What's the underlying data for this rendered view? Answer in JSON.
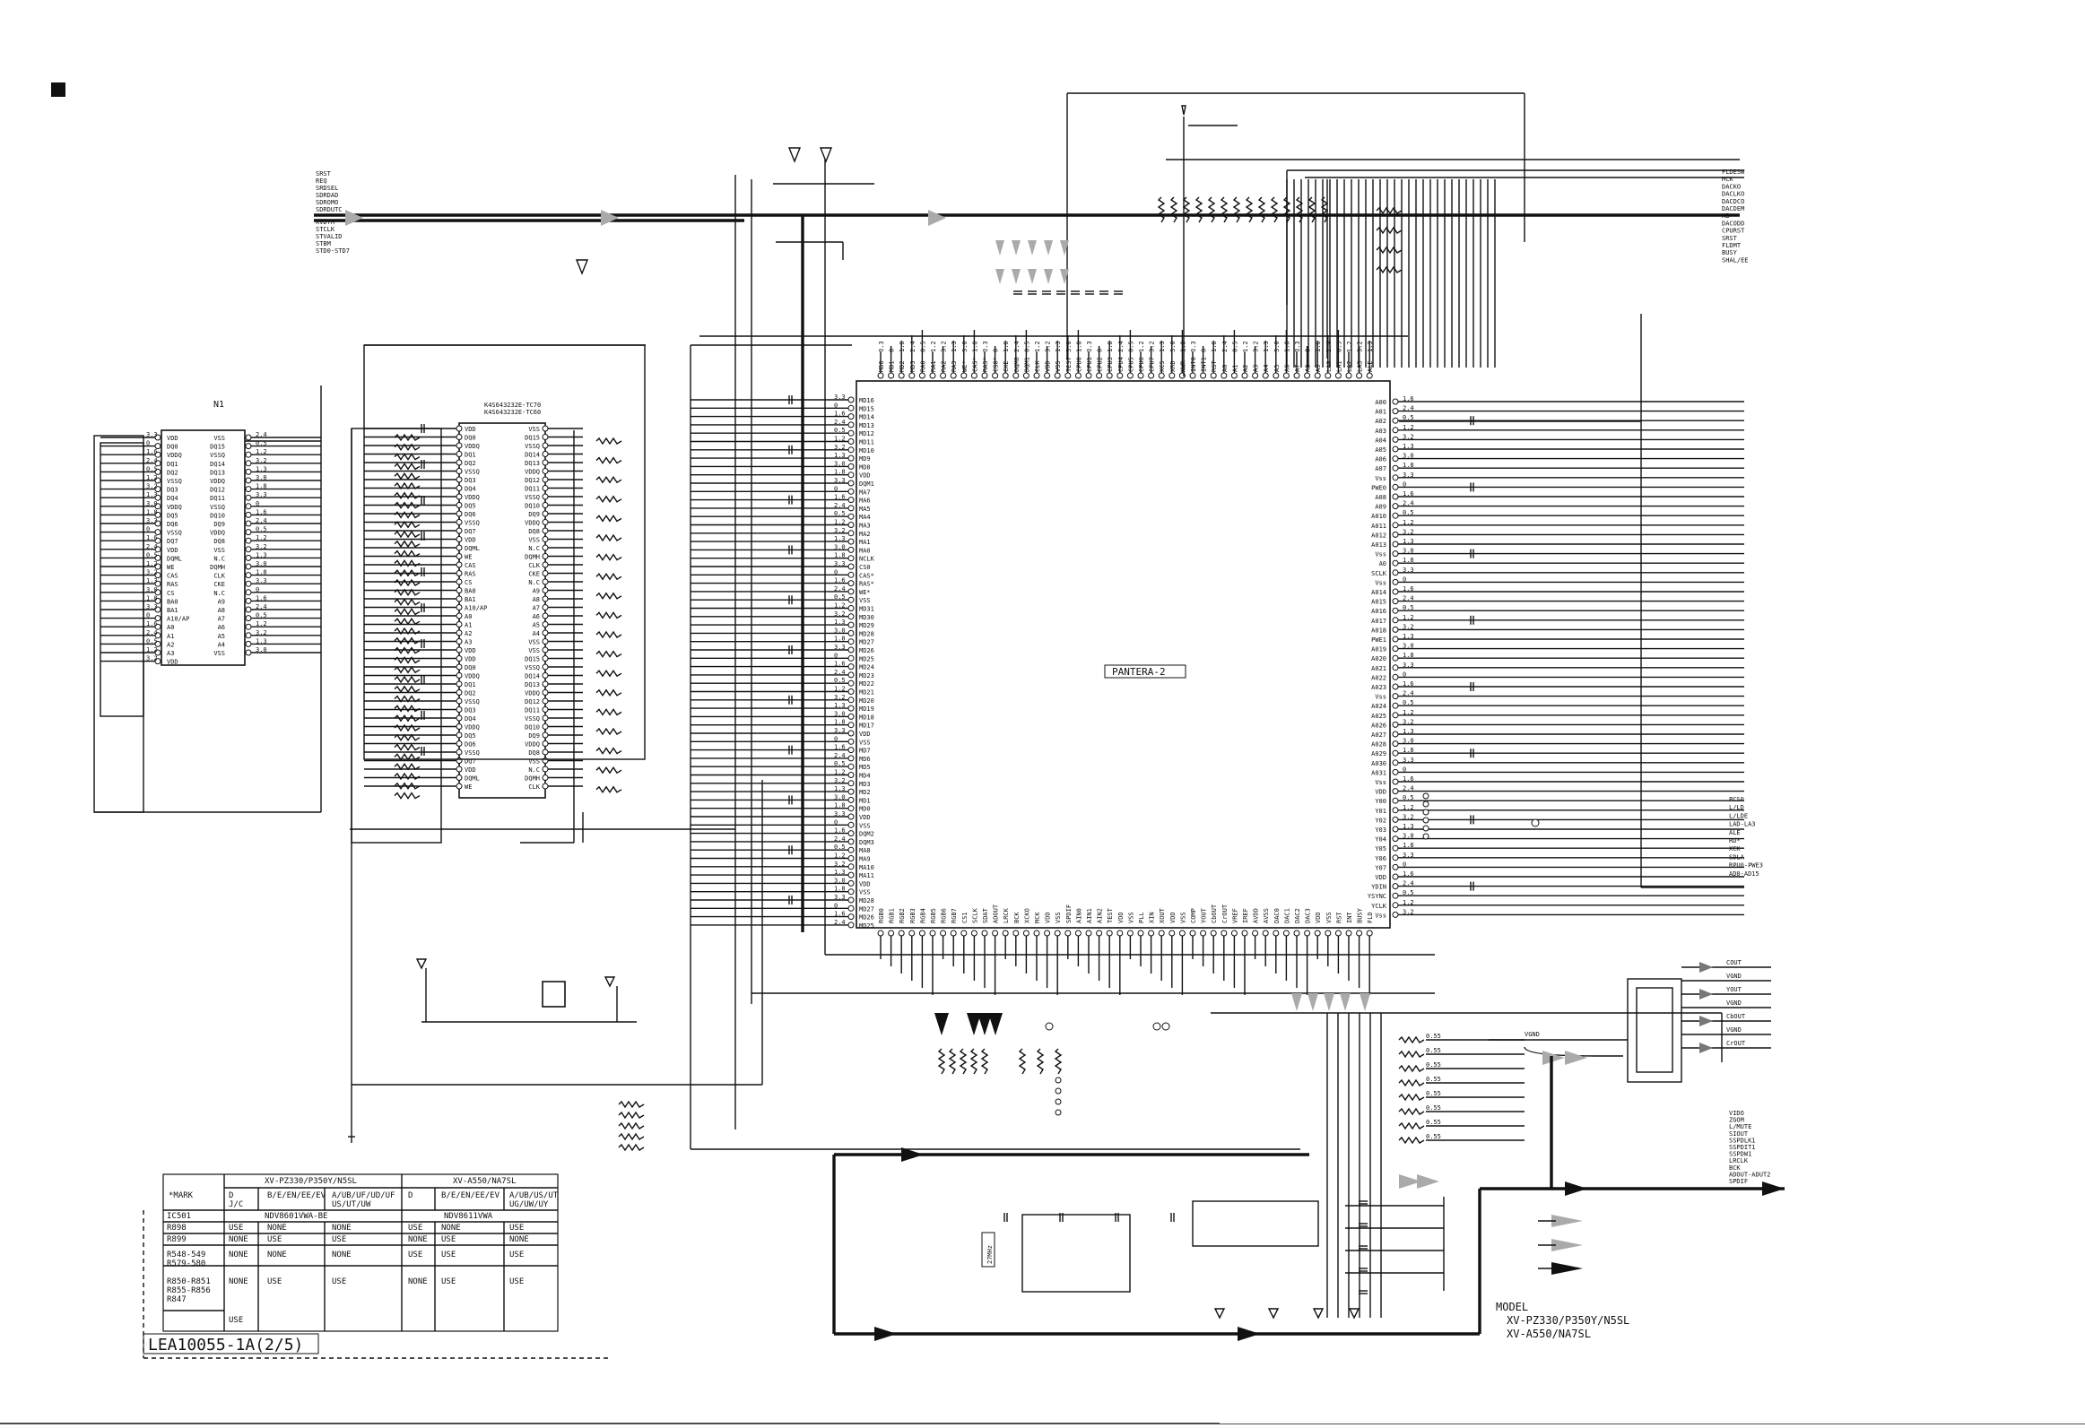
{
  "diagram": {
    "sheet_id": "LEA10055-1A(2/5)",
    "main_ic_label": "PANTERA-2",
    "n1_label": "N1",
    "sdram_part_1": "K4S643232E-TC70",
    "sdram_part_2": "K4S643232E-TC60",
    "xtal_label": "27MHz",
    "model_title": "MODEL",
    "models": [
      "XV-PZ330/P350Y/N5SL",
      "XV-A550/NA7SL"
    ],
    "top_left_signals": [
      "SRST",
      "REQ",
      "SRDSEL",
      "SDRDAD",
      "SDROMO",
      "SDRDUTC"
    ],
    "top_left_signals_2": [
      "XVDTM",
      "STCLK",
      "STVALID",
      "STBM",
      "STD0-STD7"
    ],
    "right_top_signals": [
      "FLDESW",
      "MCK",
      "DACKO",
      "DACLKO",
      "DACDCO",
      "DACDEM",
      "XB",
      "DACODD",
      "CPURST",
      "SRST",
      "FLDMT",
      "BUSY",
      "SHAL/EE"
    ],
    "right_mid_signals": [
      "PCS0",
      "L/LD",
      "L/LDE",
      "LAD-LA3",
      "ALE",
      "RD*",
      "XCK",
      "SDLA",
      "RPU0-PWE3",
      "AD0-AD15"
    ],
    "video_outputs": [
      "COUT",
      "VGND",
      "YOUT",
      "VGND",
      "CbOUT",
      "VGND",
      "CrOUT"
    ],
    "vgnd_label": "VGND",
    "right_bottom_signals": [
      "VIDO",
      "ZGOM",
      "L/MUTE",
      "SIOUT",
      "SSPDLK1",
      "SSPDIT1",
      "SSPDW1",
      "LRCLK",
      "BCK",
      "ADOUT-ADUT2",
      "SPDIF"
    ],
    "left_ic_pins": [
      "VDD",
      "DQ0",
      "VDDQ",
      "DQ1",
      "DQ2",
      "VSSQ",
      "DQ3",
      "DQ4",
      "VDDQ",
      "DQ5",
      "DQ6",
      "VSSQ",
      "DQ7",
      "VDD",
      "DQML",
      "WE",
      "CAS",
      "RAS",
      "CS",
      "BA0",
      "BA1",
      "A10/AP",
      "A0",
      "A1",
      "A2",
      "A3",
      "VDD"
    ],
    "left_ic_pins_r": [
      "VSS",
      "DQ15",
      "VSSQ",
      "DQ14",
      "DQ13",
      "VDDQ",
      "DQ12",
      "DQ11",
      "VSSQ",
      "DQ10",
      "DQ9",
      "VDDQ",
      "DQ8",
      "VSS",
      "N.C",
      "DQMH",
      "CLK",
      "CKE",
      "N.C",
      "A9",
      "A8",
      "A7",
      "A6",
      "A5",
      "A4",
      "VSS"
    ],
    "pin_values": [
      "3.3",
      "0",
      "1.6",
      "2.4",
      "0.5",
      "1.2",
      "3.2",
      "1.3",
      "3.0",
      "1.8"
    ],
    "table": {
      "header_mark": "*MARK",
      "group1": "XV-PZ330/P350Y/N5SL",
      "group2": "XV-A550/NA7SL",
      "sub_cols": [
        "D",
        "B/E/EN/EE/EV",
        "A/UB/UF/UD/UF",
        "D",
        "B/E/EN/EE/EV",
        "A/UB/US/UT"
      ],
      "sub_cols_2": [
        "J/C",
        "",
        "US/UT/UW",
        "",
        "",
        "UG/UW/UY"
      ],
      "rows": [
        {
          "mark": "IC501",
          "cells": [
            "NDV8601VWA-BE",
            "",
            "",
            "NDV8611VWA",
            "",
            ""
          ]
        },
        {
          "mark": "R898",
          "cells": [
            "USE",
            "NONE",
            "NONE",
            "USE",
            "NONE",
            "USE"
          ]
        },
        {
          "mark": "R899",
          "cells": [
            "NONE",
            "USE",
            "USE",
            "NONE",
            "USE",
            "NONE"
          ]
        },
        {
          "mark": "R548-549 R579-580",
          "cells": [
            "NONE",
            "NONE",
            "NONE",
            "USE",
            "USE",
            "USE"
          ]
        },
        {
          "mark": "R850-R851 R855-R856 R847",
          "cells": [
            "NONE",
            "USE",
            "USE",
            "NONE",
            "USE",
            "USE"
          ]
        },
        {
          "mark": "",
          "cells": [
            "USE",
            "",
            "",
            "",
            "",
            ""
          ]
        }
      ]
    }
  }
}
